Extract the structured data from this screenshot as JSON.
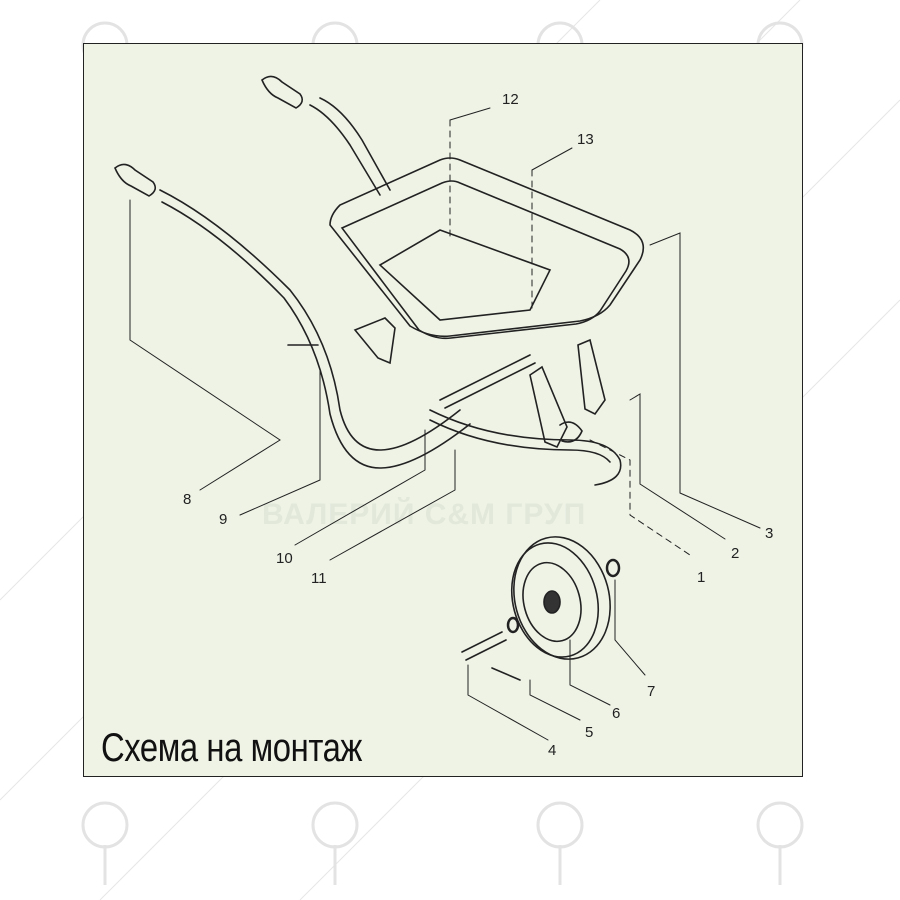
{
  "caption": "Схема на монтаж",
  "watermark": "ВАЛЕРИЙ С&М ГРУП",
  "part_labels": {
    "p1": "1",
    "p2": "2",
    "p3": "3",
    "p4": "4",
    "p5": "5",
    "p6": "6",
    "p7": "7",
    "p8": "8",
    "p9": "9",
    "p10": "10",
    "p11": "11",
    "p12": "12",
    "p13": "13"
  },
  "colors": {
    "background": "#eef3e6",
    "line": "#222222"
  }
}
